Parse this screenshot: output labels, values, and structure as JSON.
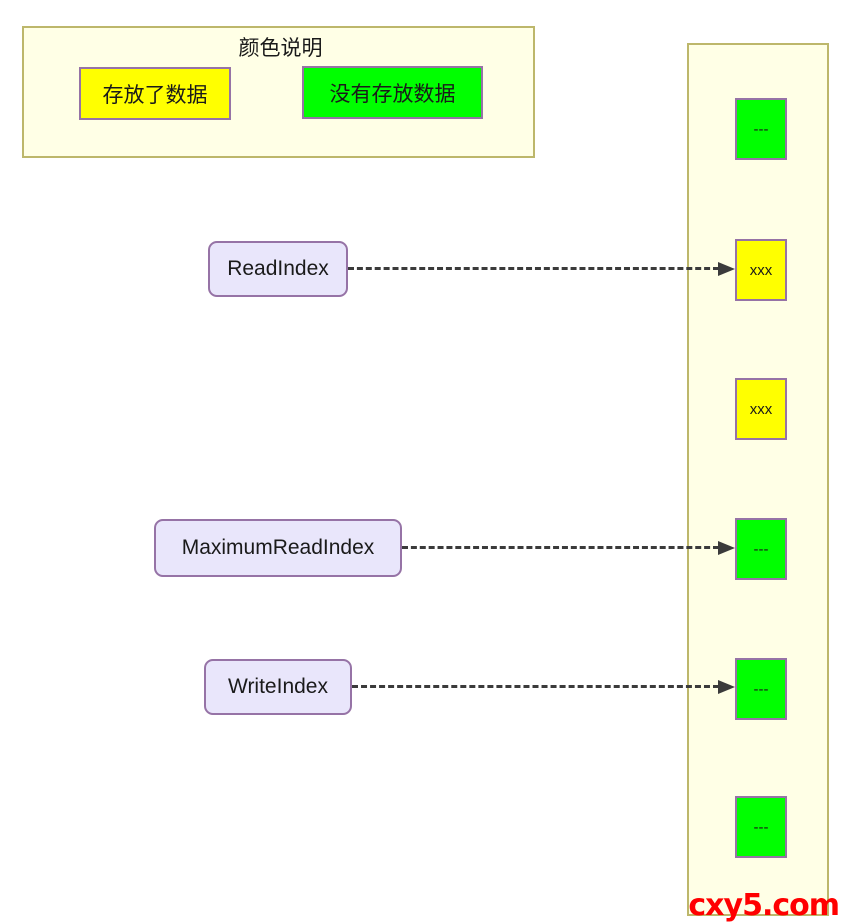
{
  "legend": {
    "title": "颜色说明",
    "items": [
      {
        "label": "存放了数据",
        "color": "#ffff00",
        "meaning": "filled"
      },
      {
        "label": "没有存放数据",
        "color": "#00ff00",
        "meaning": "empty"
      }
    ],
    "panel_fill": "#ffffe6",
    "panel_border": "#bdb76b"
  },
  "buffer": {
    "fill": "#ffffe6",
    "border": "#bdb76b",
    "cell_border": "#9673a6",
    "cells": [
      {
        "text": "---",
        "state": "empty",
        "color": "#00ff00"
      },
      {
        "text": "xxx",
        "state": "filled",
        "color": "#ffff00"
      },
      {
        "text": "xxx",
        "state": "filled",
        "color": "#ffff00"
      },
      {
        "text": "---",
        "state": "empty",
        "color": "#00ff00"
      },
      {
        "text": "---",
        "state": "empty",
        "color": "#00ff00"
      },
      {
        "text": "---",
        "state": "empty",
        "color": "#00ff00"
      }
    ]
  },
  "pointers": [
    {
      "label": "ReadIndex",
      "target_cell_index": 1
    },
    {
      "label": "MaximumReadIndex",
      "target_cell_index": 3
    },
    {
      "label": "WriteIndex",
      "target_cell_index": 4
    }
  ],
  "pointer_box_style": {
    "fill": "#e9e6fb",
    "border": "#9673a6"
  },
  "connector_color": "#3b3b3b",
  "watermark": {
    "text": "cxy5.com",
    "color": "#ff0000"
  }
}
